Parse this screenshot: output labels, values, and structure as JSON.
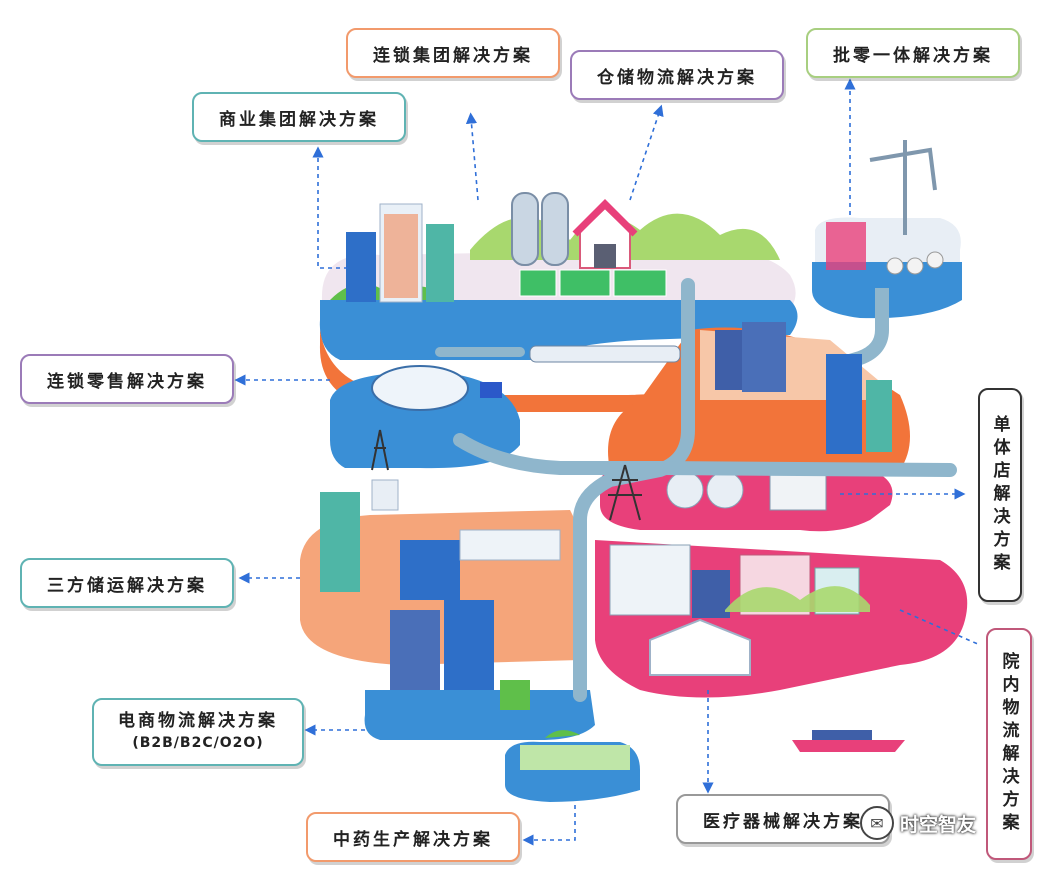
{
  "labels": {
    "chain_group": "连锁集团解决方案",
    "warehouse_logistics": "仓储物流解决方案",
    "wholesale_retail": "批零一体解决方案",
    "commercial_group": "商业集团解决方案",
    "chain_retail": "连锁零售解决方案",
    "single_store": "单体店解决方案",
    "third_party": "三方储运解决方案",
    "hospital_logistics": "院内物流解决方案",
    "ecommerce": "电商物流解决方案",
    "ecommerce_sub": "(B2B/B2C/O2O)",
    "medical_device": "医疗器械解决方案",
    "tcm_production": "中药生产解决方案"
  },
  "watermark": {
    "text": "时空智友",
    "icon": "wechat-icon"
  },
  "colors": {
    "road": "#8fb6cc",
    "blue_platform": "#3a8fd6",
    "orange_platform": "#f2743a",
    "pink_platform": "#e8407a",
    "peach_platform": "#f5a57a",
    "arrow": "#2f6fd8"
  }
}
